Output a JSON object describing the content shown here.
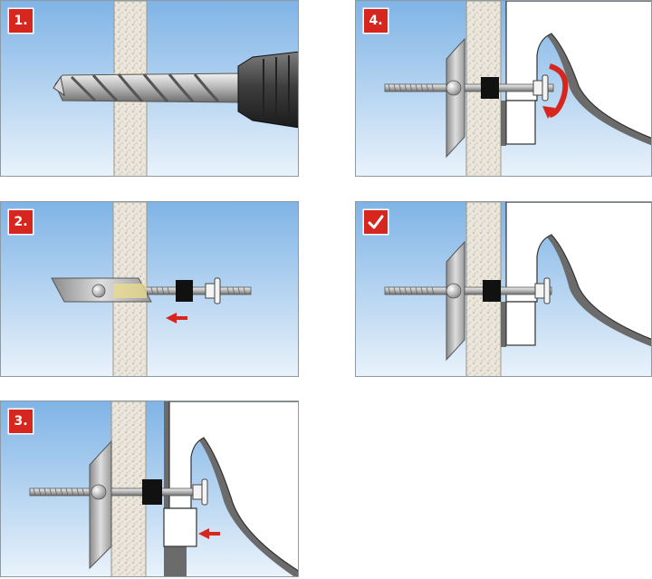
{
  "steps": [
    {
      "label": "1."
    },
    {
      "label": "2."
    },
    {
      "label": "3."
    },
    {
      "label": "4."
    },
    {
      "label": ""
    }
  ],
  "icons": {
    "done": "checkmark-icon"
  },
  "colors": {
    "sky_top": "#7fb4e6",
    "sky_bottom": "#eaf3fb",
    "badge": "#d7261e",
    "arrow": "#d7261e",
    "wall": "#e6e1d6",
    "bracket_shadow": "#6b6b6b"
  }
}
